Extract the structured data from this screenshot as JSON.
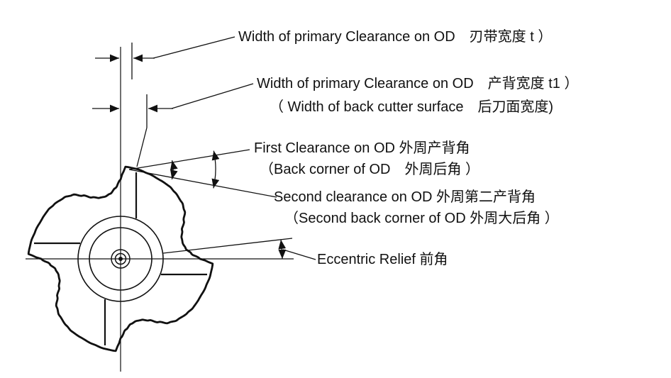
{
  "labels": {
    "primary_land_width": "Width of primary Clearance on OD　刃带宽度 t ）",
    "relieved_back_width": "Width of primary Clearance on OD　产背宽度 t1 ）",
    "back_surface_width_note": "（ Width of back cutter surface　后刀面宽度)",
    "first_clearance": "First Clearance on OD 外周产背角",
    "first_clearance_note": "（Back corner of OD　外周后角 ）",
    "second_clearance": "Second clearance on OD 外周第二产背角",
    "second_clearance_note": "（Second back corner of OD 外周大后角 ）",
    "eccentric_relief": "Eccentric Relief 前角"
  },
  "colors": {
    "line": "#111111",
    "background": "#ffffff"
  }
}
